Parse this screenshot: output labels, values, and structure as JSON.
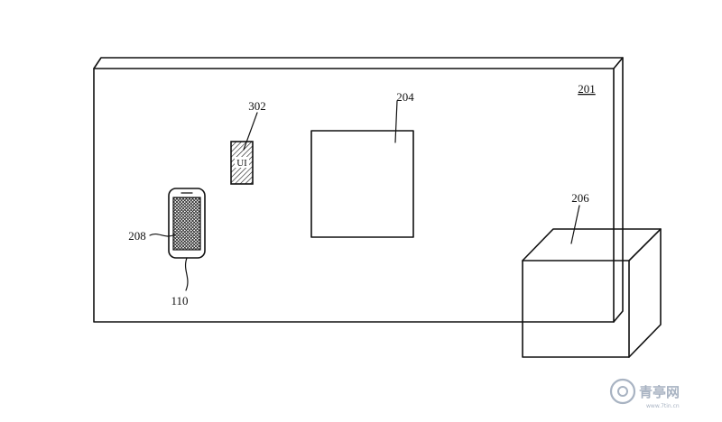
{
  "labels": {
    "wall": "201",
    "display": "204",
    "box": "206",
    "phone": "208",
    "device": "110",
    "ui_element": "302",
    "ui_text": "UI"
  },
  "watermark": {
    "text": "青亭网",
    "url": "www.7tin.cn"
  }
}
